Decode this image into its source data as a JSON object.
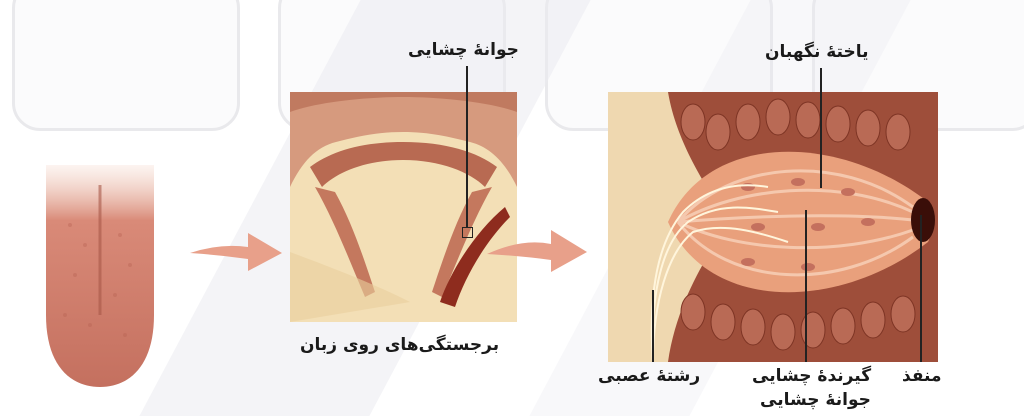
{
  "labels": {
    "taste_bud_top": "جوانهٔ چشایی",
    "supporting_cell": "یاختهٔ نگهبان",
    "tongue_papillae": "برجستگی‌های روی زبان",
    "nerve_fiber": "رشتهٔ عصبی",
    "taste_receptor_line1": "گیرندهٔ چشایی",
    "taste_receptor_line2": "جوانهٔ چشایی",
    "pore": "منفذ"
  },
  "icons": {
    "arrow_1": "arrow-right-icon",
    "arrow_2": "arrow-right-icon"
  },
  "colors": {
    "arrow": "#e8a08a",
    "tissue": "#d98a6e",
    "background_tissue": "#f3dfb6"
  }
}
